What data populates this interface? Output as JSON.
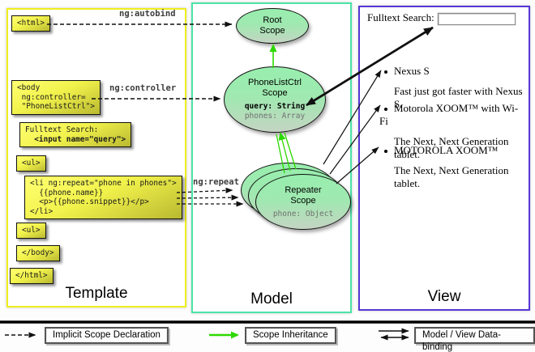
{
  "columns": {
    "template": {
      "title": "Template"
    },
    "model": {
      "title": "Model"
    },
    "view": {
      "title": "View"
    }
  },
  "template_code": {
    "html_open": "<html>",
    "body_open_lines": [
      "<body",
      " ng:controller=",
      " \"PhoneListCtrl\">"
    ],
    "fulltext_label": "Fulltext Search:",
    "fulltext_input": "  <input name=\"query\">",
    "ul_first": "<ul>",
    "li_lines": [
      "<li ng:repeat=\"phone in phones\">",
      "  {{phone.name}}",
      "  <p>{{phone.snippet}}</p>",
      "</li>"
    ],
    "ul_second": "<ul>",
    "body_close": "</body>",
    "html_close": "</html>"
  },
  "directive_labels": {
    "autobind": "ng:autobind",
    "controller": "ng:controller",
    "repeat": "ng:repeat"
  },
  "model_scopes": {
    "root": {
      "name_line1": "Root",
      "name_line2": "Scope"
    },
    "phonelistctrl": {
      "name_line1": "PhoneListCtrl",
      "name_line2": "Scope",
      "prop_query": "query: String",
      "prop_phones": "phones: Array"
    },
    "repeater": {
      "name_line1": "Repeater",
      "name_line2": "Scope",
      "prop_phone": "phone: Object"
    }
  },
  "view": {
    "search_label": "Fulltext Search:",
    "search_value": "",
    "items": [
      {
        "title": "Nexus S",
        "desc": "Fast just got faster with Nexus S."
      },
      {
        "title": "Motorola XOOM™ with Wi-Fi",
        "desc": "The Next, Next Generation tablet."
      },
      {
        "title": "MOTOROLA XOOM™",
        "desc": "The Next, Next Generation tablet."
      }
    ]
  },
  "legend": {
    "implicit": "Implicit Scope Declaration",
    "inheritance": "Scope Inheritance",
    "databinding": "Model / View Data-binding"
  },
  "colors": {
    "template_border": "#f0ee1e",
    "model_border": "#4ce3a7",
    "view_border": "#5638d5",
    "code_box_yellow": "#f2f24c",
    "scope_green": "#98eeae",
    "inheritance_green": "#2cd800",
    "arrow_black": "#111111"
  }
}
